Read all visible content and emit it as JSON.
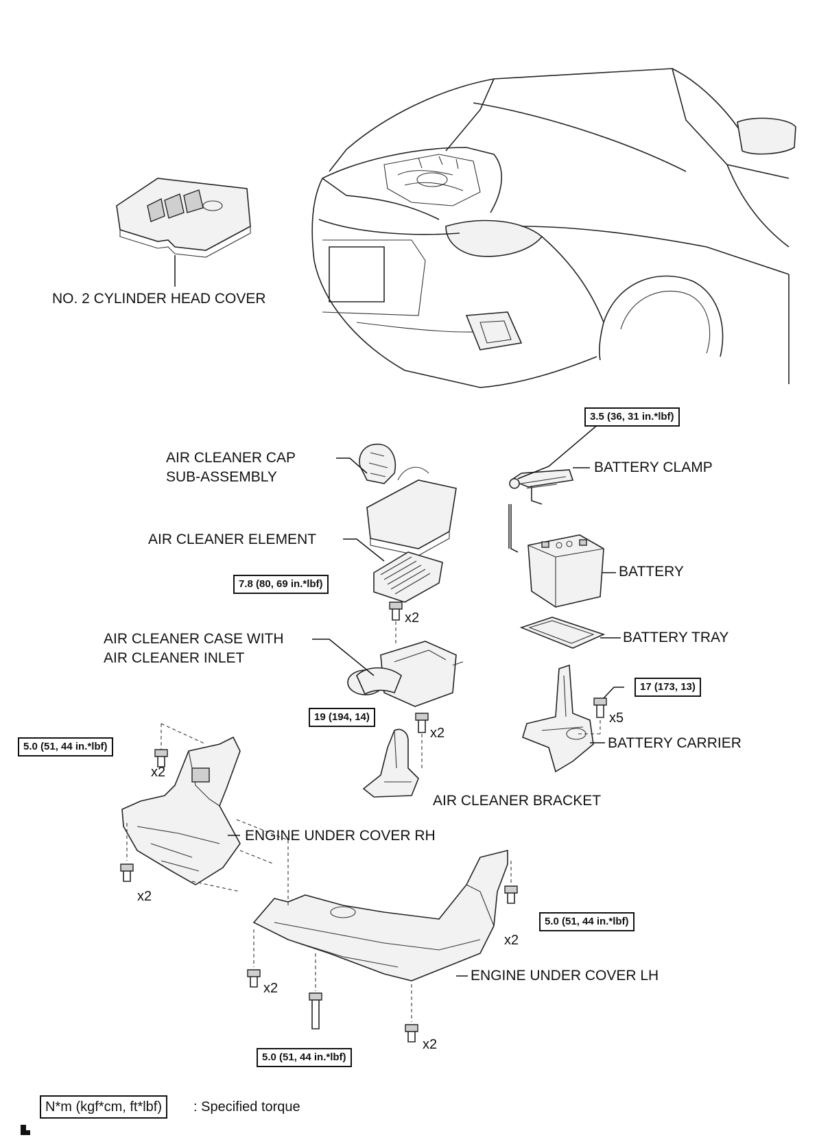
{
  "labels": {
    "cyl_head_cover": "NO. 2 CYLINDER HEAD COVER",
    "air_cleaner_cap_1": "AIR CLEANER CAP",
    "air_cleaner_cap_2": "SUB-ASSEMBLY",
    "air_cleaner_element": "AIR CLEANER ELEMENT",
    "air_cleaner_case_1": "AIR CLEANER CASE WITH",
    "air_cleaner_case_2": "AIR CLEANER INLET",
    "air_cleaner_bracket": "AIR CLEANER BRACKET",
    "battery_clamp": "BATTERY CLAMP",
    "battery": "BATTERY",
    "battery_tray": "BATTERY TRAY",
    "battery_carrier": "BATTERY CARRIER",
    "engine_under_cover_rh": "ENGINE UNDER COVER RH",
    "engine_under_cover_lh": "ENGINE UNDER COVER LH"
  },
  "torques": {
    "battery_clamp": "3.5 (36, 31 in.*lbf)",
    "air_cleaner_element": "7.8 (80, 69 in.*lbf)",
    "air_cleaner_bracket": "19 (194, 14)",
    "battery_carrier": "17 (173, 13)",
    "under_cover_rh": "5.0 (51, 44 in.*lbf)",
    "under_cover_lh_right": "5.0 (51, 44 in.*lbf)",
    "under_cover_lh_bottom": "5.0 (51, 44 in.*lbf)"
  },
  "quantities": {
    "element_bolt": "x2",
    "bracket_bolt": "x2",
    "carrier_bolt": "x5",
    "rh_top_bolt": "x2",
    "rh_bottom_bolt": "x2",
    "lh_right_bolt": "x2",
    "lh_left_bolt": "x2",
    "lh_bottom_bolt": "x2"
  },
  "legend": {
    "unit_box": "N*m (kgf*cm, ft*lbf)",
    "description": ": Specified torque"
  },
  "icons": [
    "car-front-icon",
    "bolt-icon",
    "battery-icon",
    "corner-mark-icon"
  ]
}
